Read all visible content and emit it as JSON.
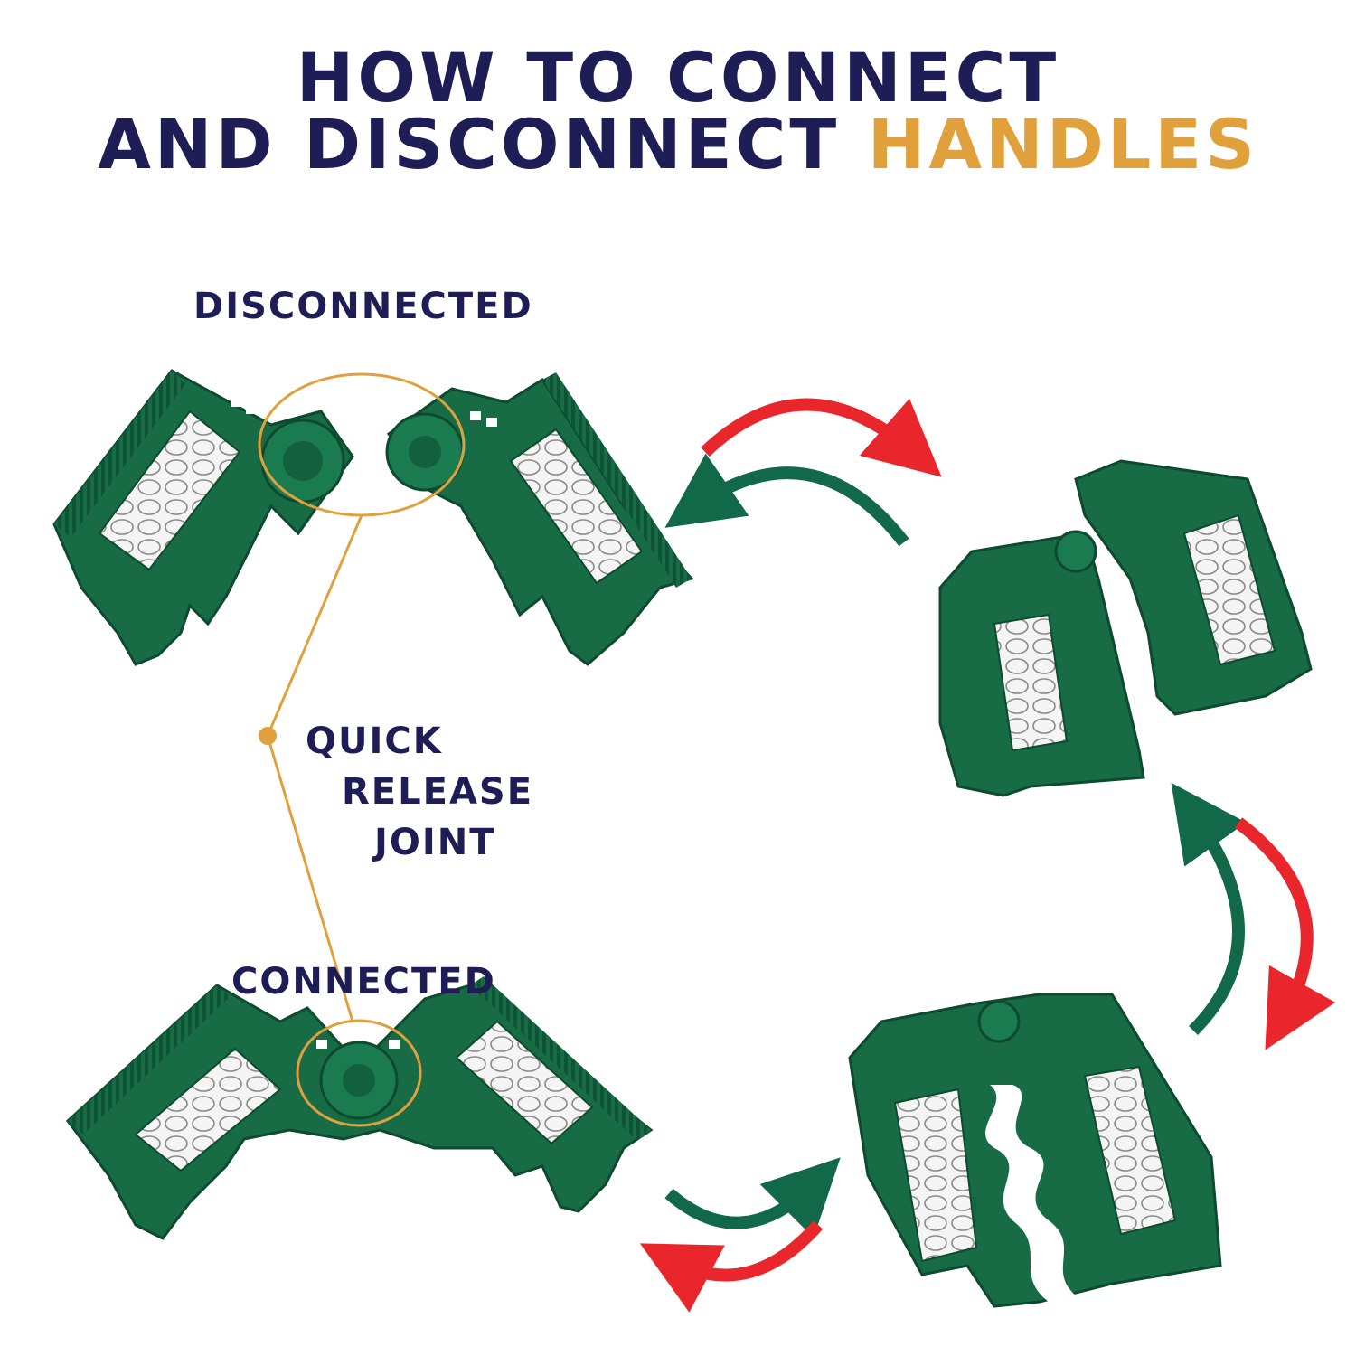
{
  "title": {
    "line1": "HOW TO CONNECT",
    "line2_main": "AND DISCONNECT",
    "line2_accent": "HANDLES"
  },
  "labels": {
    "disconnected": "DISCONNECTED",
    "connected": "CONNECTED",
    "joint_line1": "QUICK",
    "joint_line2": "RELEASE",
    "joint_line3": "JOINT"
  },
  "colors": {
    "title_navy": "#1f1d55",
    "accent_gold": "#e0a13d",
    "handle_green": "#176b45",
    "arrow_red": "#e8262b",
    "arrow_green": "#12694a"
  }
}
